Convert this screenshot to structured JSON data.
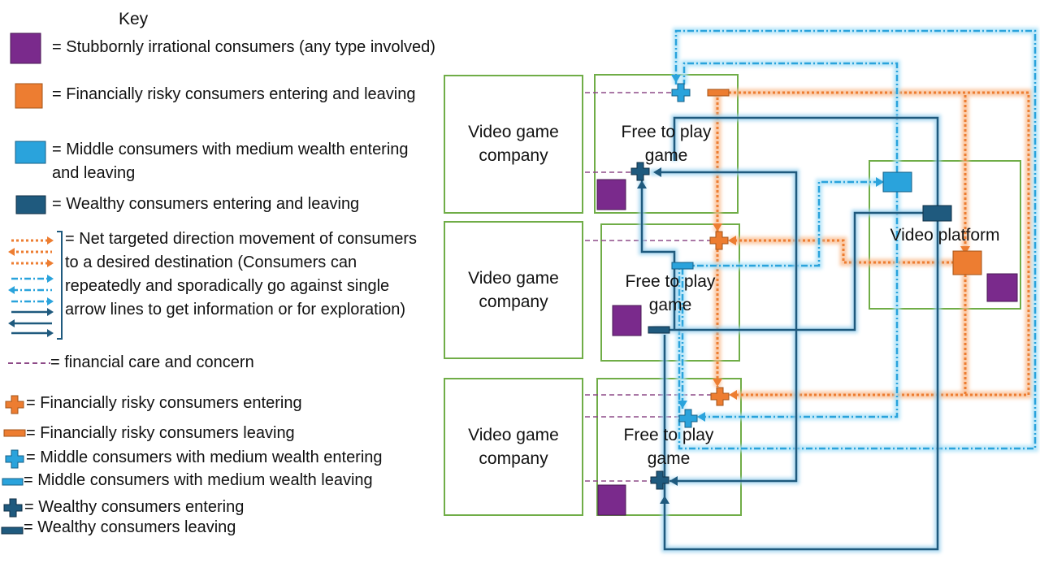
{
  "key": {
    "title": "Key",
    "stubborn": "= Stubbornly irrational consumers (any type involved)",
    "risky": "= Financially risky consumers entering and leaving",
    "middle": "= Middle consumers with medium wealth entering and leaving",
    "wealthy": "= Wealthy consumers entering and leaving",
    "arrows": "= Net targeted direction movement of consumers to a desired destination (Consumers can repeatedly and sporadically go against single arrow lines to get information or for exploration)",
    "care": "= financial care and concern",
    "risky_enter": "= Financially risky consumers entering",
    "risky_leave": "= Financially risky consumers leaving",
    "middle_enter": "= Middle consumers with medium wealth entering",
    "middle_leave": "= Middle consumers with medium wealth leaving",
    "wealthy_enter": "= Wealthy consumers entering",
    "wealthy_leave": "= Wealthy consumers leaving"
  },
  "nodes": {
    "company": "Video game company",
    "game": "Free to play game",
    "platform": "Video platform"
  },
  "colors": {
    "stubborn": "#7a2a8c",
    "risky": "#ed7d31",
    "middle": "#2aa3dc",
    "wealthy": "#1f5a7e",
    "box_border": "#70ad47",
    "care": "#8e4b88"
  }
}
